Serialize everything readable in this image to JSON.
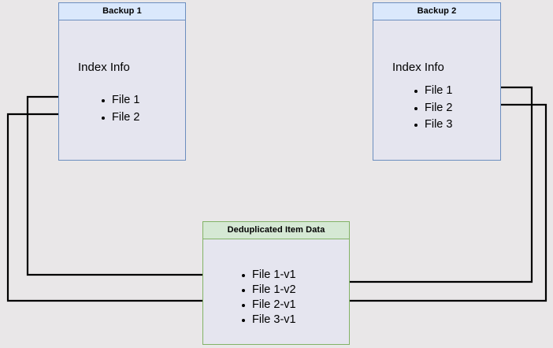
{
  "diagram": {
    "title": "Backup deduplication index diagram",
    "background_color": "#e9e7e8",
    "edge_color": "#000000"
  },
  "nodes": {
    "backup1": {
      "header": "Backup 1",
      "index_label": "Index Info",
      "fill": "#e5e5ef",
      "header_fill": "#dae8fc",
      "stroke": "#6c8ebf",
      "files": [
        {
          "label": "File 1"
        },
        {
          "label": "File 2"
        }
      ]
    },
    "backup2": {
      "header": "Backup 2",
      "index_label": "Index Info",
      "fill": "#e5e5ef",
      "header_fill": "#dae8fc",
      "stroke": "#6c8ebf",
      "files": [
        {
          "label": "File 1"
        },
        {
          "label": "File 2"
        },
        {
          "label": "File 3"
        }
      ]
    },
    "dedup": {
      "header": "Deduplicated Item Data",
      "fill": "#e5e5ef",
      "header_fill": "#d5e8d4",
      "stroke": "#82b366",
      "items": [
        {
          "label": "File 1-v1"
        },
        {
          "label": "File 1-v2"
        },
        {
          "label": "File 2-v1"
        },
        {
          "label": "File 3-v1"
        }
      ]
    }
  },
  "edges": [
    {
      "id": "b1-file1-to-file1v1",
      "from": "backup1.files.0",
      "to": "dedup.items.0",
      "arrow": "target"
    },
    {
      "id": "b1-file2-to-file2v1",
      "from": "backup1.files.1",
      "to": "dedup.items.2",
      "arrow": "target"
    },
    {
      "id": "b2-file1-to-file1v2",
      "from": "backup2.files.0",
      "to": "dedup.items.1",
      "arrow": "target"
    },
    {
      "id": "b2-file2-to-file2v1",
      "from": "backup2.files.1",
      "to": "dedup.items.2",
      "arrow": "target"
    }
  ]
}
